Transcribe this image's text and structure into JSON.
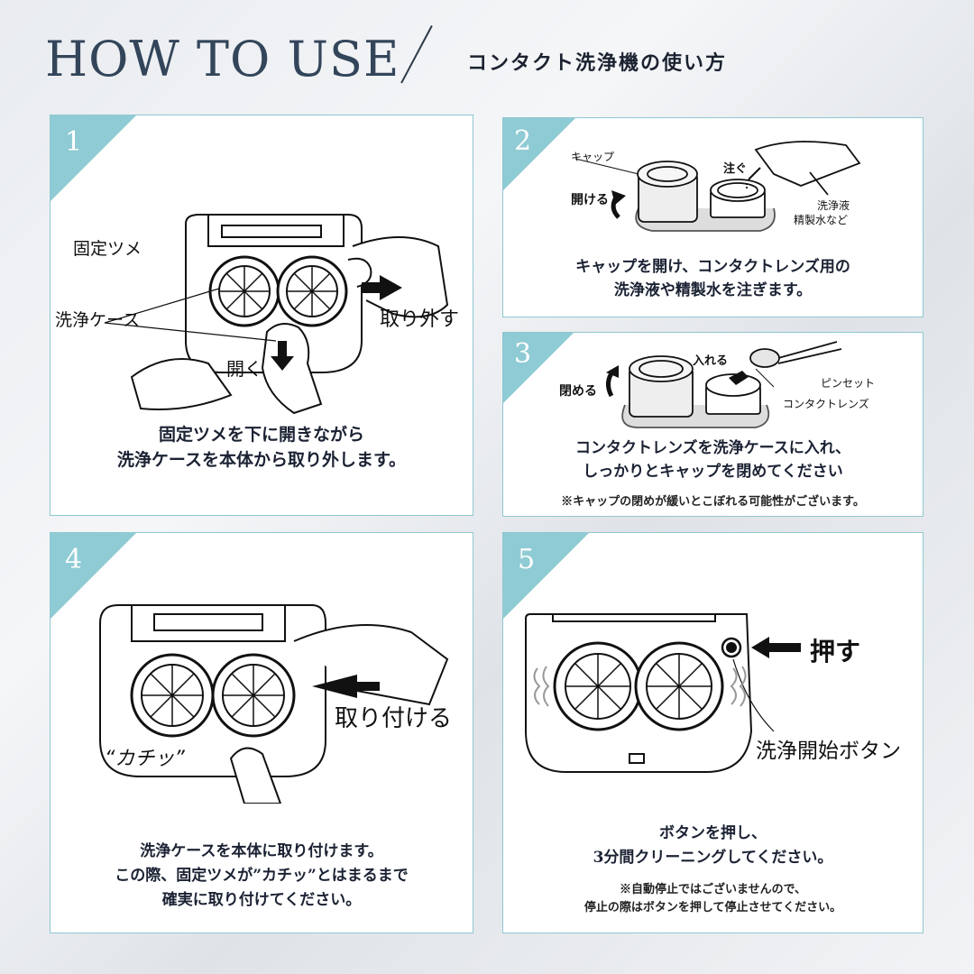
{
  "header": {
    "title": "HOW TO USE",
    "subtitle": "コンタクト洗浄機の使い方"
  },
  "colors": {
    "accent": "#8fcbd4",
    "title": "#33455a",
    "text": "#1b2233"
  },
  "steps": [
    {
      "number": "1",
      "labels": [
        "固定ツメ",
        "洗浄ケース",
        "開く",
        "取り外す"
      ],
      "caption": [
        "固定ツメを下に開きながら",
        "洗浄ケースを本体から取り外します。"
      ]
    },
    {
      "number": "2",
      "labels": [
        "キャップ",
        "注ぐ",
        "開ける",
        "洗浄液",
        "精製水など"
      ],
      "caption": [
        "キャップを開け、コンタクトレンズ用の",
        "洗浄液や精製水を注ぎます。"
      ]
    },
    {
      "number": "3",
      "labels": [
        "入れる",
        "閉める",
        "ピンセット",
        "コンタクトレンズ"
      ],
      "caption": [
        "コンタクトレンズを洗浄ケースに入れ、",
        "しっかりとキャップを閉めてください"
      ],
      "note": "※キャップの閉めが緩いとこぼれる可能性がございます。"
    },
    {
      "number": "4",
      "labels": [
        "取り付ける",
        "“カチッ”"
      ],
      "caption": [
        "洗浄ケースを本体に取り付けます。",
        "この際、固定ツメが”カチッ”とはまるまで",
        "確実に取り付けてください。"
      ]
    },
    {
      "number": "5",
      "labels": [
        "押す",
        "洗浄開始ボタン"
      ],
      "caption": [
        "ボタンを押し、",
        "3分間クリーニングしてください。"
      ],
      "note": [
        "※自動停止ではございませんので、",
        "停止の際はボタンを押して停止させてください。"
      ]
    }
  ]
}
